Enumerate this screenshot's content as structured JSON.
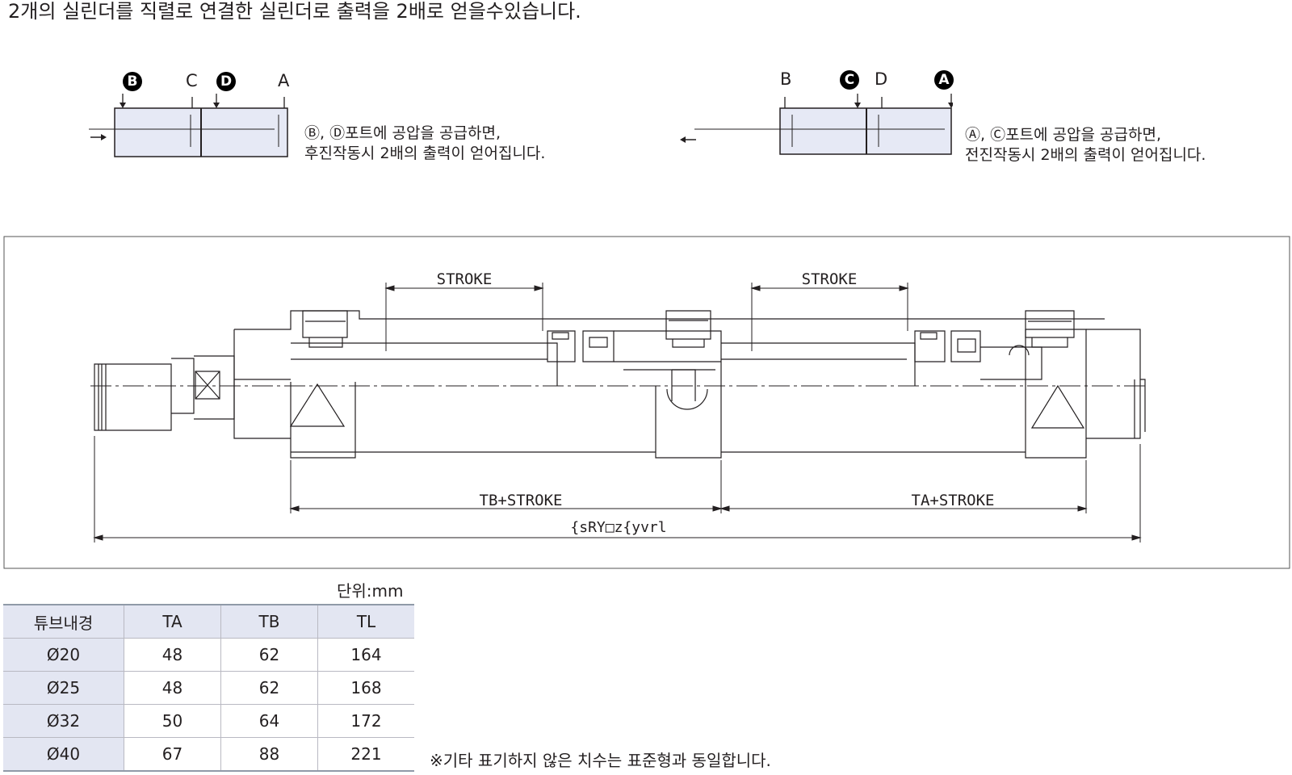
{
  "headline": "2개의 실린더를 직렬로 연결한 실린더로 출력을 2배로 얻을수있습니다.",
  "left_diagram": {
    "ports": [
      "B",
      "C",
      "D",
      "A"
    ],
    "highlighted_ports": [
      "B",
      "D"
    ],
    "note_line1": "Ⓑ, Ⓓ포트에 공압을 공급하면,",
    "note_line2": "후진작동시 2배의 출력이 얻어집니다."
  },
  "right_diagram": {
    "ports": [
      "B",
      "C",
      "D",
      "A"
    ],
    "highlighted_ports": [
      "C",
      "A"
    ],
    "note_line1": "Ⓐ, Ⓒ포트에 공압을 공급하면,",
    "note_line2": "전진작동시 2배의 출력이 얻어집니다."
  },
  "drawing": {
    "stroke_label_left": "STRΟKE",
    "stroke_label_right": "STRΟKE",
    "dim_tb": "TB+STRΟKE",
    "dim_ta": "TA+STRΟKE",
    "dim_total": "{sRY□z{yvrl"
  },
  "spec_table": {
    "unit": "단위:mm",
    "headers": [
      "튜브내경",
      "TA",
      "TB",
      "TL"
    ],
    "rows": [
      [
        "Ø20",
        "48",
        "62",
        "164"
      ],
      [
        "Ø25",
        "48",
        "62",
        "168"
      ],
      [
        "Ø32",
        "50",
        "64",
        "172"
      ],
      [
        "Ø40",
        "67",
        "88",
        "221"
      ]
    ]
  },
  "footnote": "※기타 표기하지 않은 치수는 표준형과 동일합니다.",
  "colors": {
    "cylinder_fill": "#e6e9f5",
    "table_header": "#e3e6f2",
    "line": "#231f20"
  }
}
